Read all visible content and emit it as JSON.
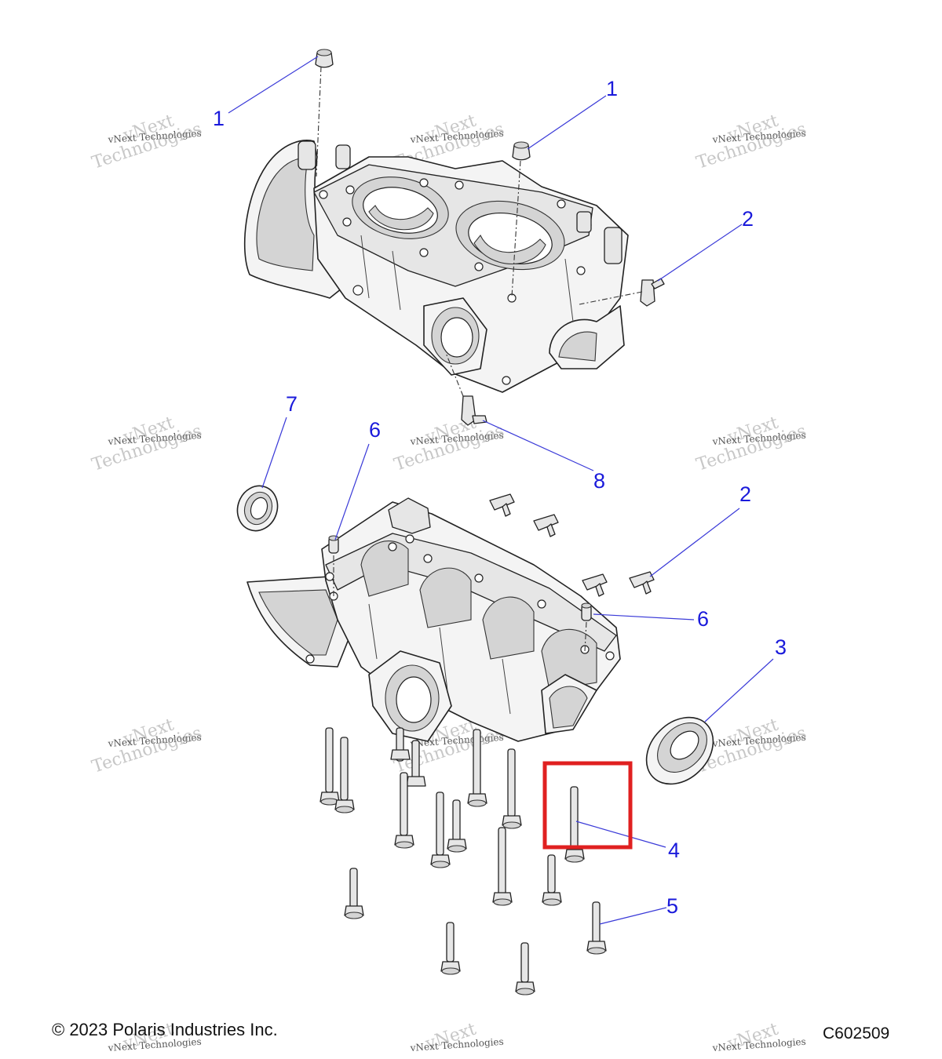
{
  "callouts": [
    "1",
    "1",
    "2",
    "7",
    "6",
    "8",
    "2",
    "6",
    "3",
    "4",
    "5"
  ],
  "watermark": {
    "line1": "vNext",
    "line2": "vNext Technologies",
    "line3": "Technologies"
  },
  "footer": {
    "copyright": "© 2023 Polaris Industries Inc.",
    "figure_code": "C602509"
  },
  "colors": {
    "callout_text": "#1a1adb",
    "highlight_box": "#e02020"
  }
}
